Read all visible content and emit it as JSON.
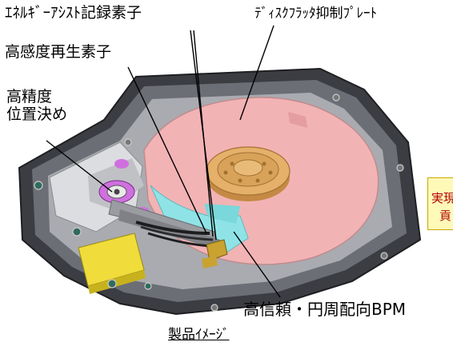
{
  "labels": {
    "energy_assist": "ｴﾈﾙｷﾞｰｱｼｽﾄ記録素子",
    "flutter_plate": "ﾃﾞｨｽｸﾌﾗｯﾀ抑制ﾌﾟﾚｰﾄ",
    "sensing_element": "高感度再生素子",
    "precise_positioning": "高精度\n位置決め",
    "bpm": "高信頼・円周配向BPM",
    "caption": "製品ｲﾒｰｼﾞ"
  },
  "side_box": {
    "line1": "実現",
    "line2": "貢"
  },
  "colors": {
    "platter": "#f2b3b5",
    "flutter_plate": "#8fe3e6",
    "spindle": "#d9a25a",
    "chassis": "#5a5c62",
    "pcb_gold": "#f0dc3a",
    "magnet": "#d070e0",
    "annotation_box": "#fff9b8"
  }
}
